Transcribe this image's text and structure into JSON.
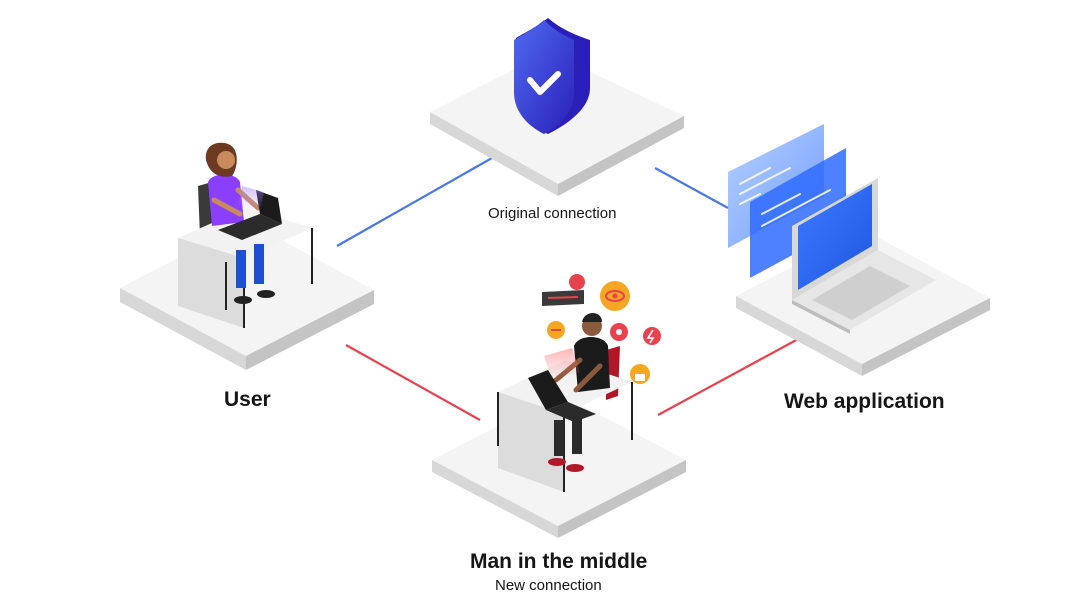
{
  "labels": {
    "original_connection": "Original connection",
    "user": "User",
    "web_application": "Web application",
    "man_in_the_middle": "Man in the middle",
    "new_connection": "New connection"
  },
  "colors": {
    "original_line": "#4a78e8",
    "new_line": "#e8424e",
    "shield": "#3a32d6",
    "accent_purple": "#8a3ffc",
    "threat_orange": "#f5a623",
    "threat_red": "#e8424e",
    "screen_blue": "#2f6bff"
  }
}
